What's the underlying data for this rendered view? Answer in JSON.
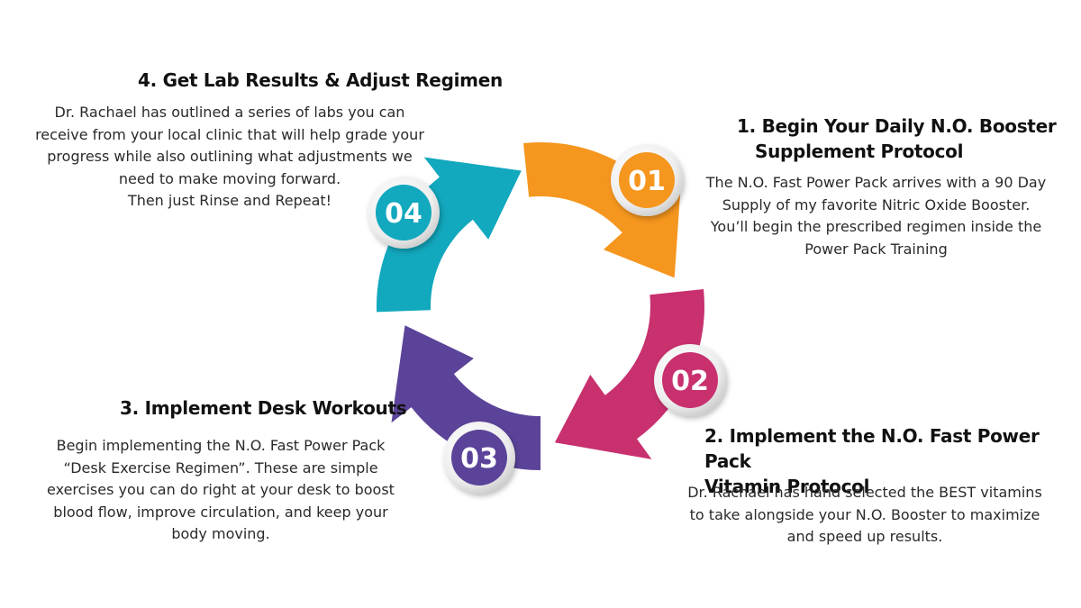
{
  "steps": [
    {
      "number": "01",
      "title_lines": [
        "1. Begin Your Daily N.O. Booster",
        "Supplement Protocol"
      ],
      "body_lines": [
        "The  N.O. Fast Power Pack arrives with a 90 Day",
        "Supply of my favorite Nitric Oxide Booster.",
        "You’ll begin the prescribed regimen inside the",
        "Power Pack Training"
      ],
      "color": "#F5961E"
    },
    {
      "number": "02",
      "title_lines": [
        "2. Implement the N.O. Fast Power Pack",
        "Vitamin Protocol"
      ],
      "body_lines": [
        "Dr. Rachael has hand selected the BEST vitamins",
        "to take alongside your N.O. Booster to maximize",
        "and speed up results."
      ],
      "color": "#C8306E"
    },
    {
      "number": "03",
      "title_lines": [
        "3. Implement Desk Workouts"
      ],
      "body_lines": [
        "Begin implementing the N.O. Fast Power Pack",
        "“Desk Exercise Regimen”. These are simple",
        "exercises you can do right at your desk to boost",
        "blood flow, improve circulation, and keep your",
        "body moving."
      ],
      "color": "#5B4399"
    },
    {
      "number": "04",
      "title_lines": [
        "4. Get Lab Results & Adjust Regimen"
      ],
      "body_lines": [
        "Dr. Rachael has outlined a series of labs you can",
        "receive from your local clinic that will help grade your",
        "progress while also outlining what adjustments we",
        "need to make moving forward.",
        "Then just Rinse and Repeat!"
      ],
      "color": "#12A8BE"
    }
  ]
}
